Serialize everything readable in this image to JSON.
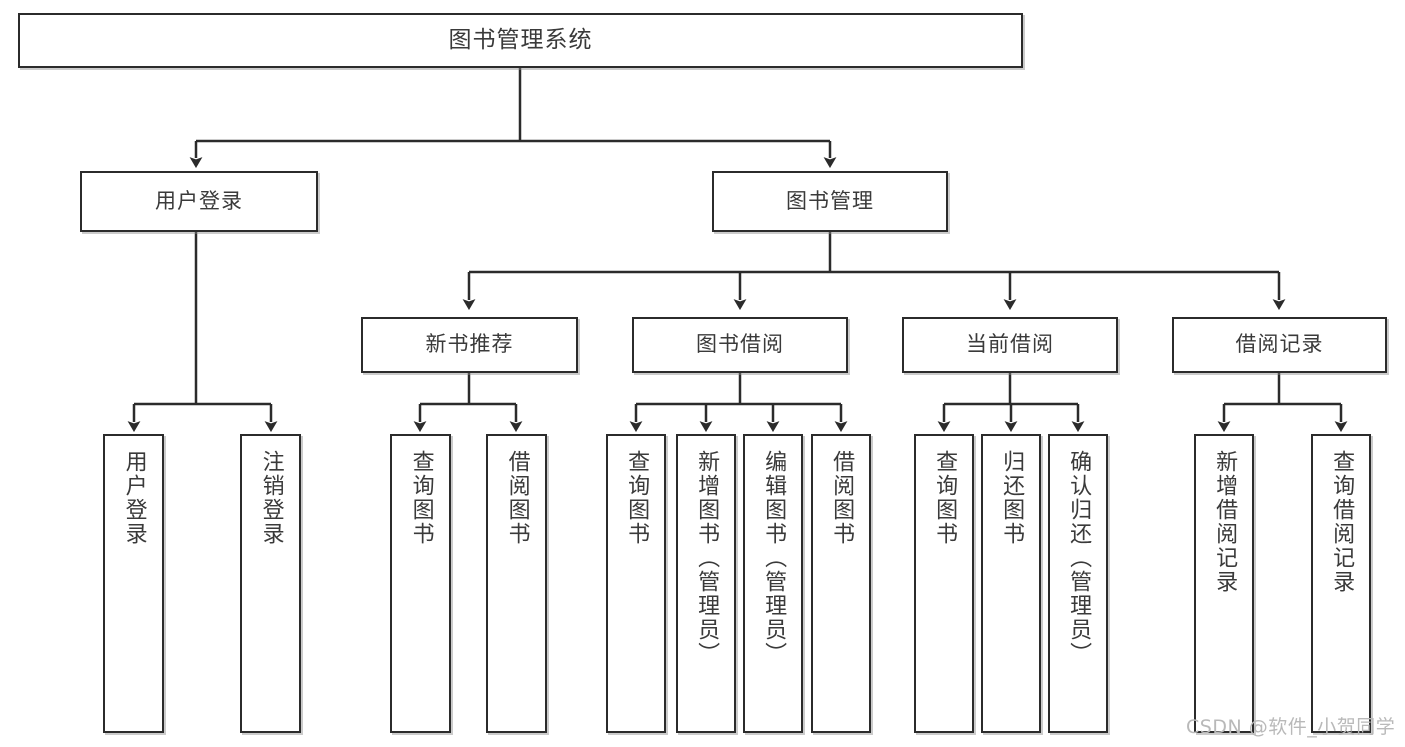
{
  "diagram": {
    "title": "图书管理系统",
    "type": "function-structure-tree",
    "watermark": "CSDN @软件_小贺同学",
    "colors": {
      "stroke": "#2b2b2b",
      "text": "#3a3a3a",
      "background": "#ffffff",
      "watermark": "#b9b9b9"
    }
  },
  "nodes": {
    "root": {
      "label": "图书管理系统"
    },
    "level2": [
      {
        "id": "user-login",
        "label": "用户登录"
      },
      {
        "id": "book-manage",
        "label": "图书管理"
      }
    ],
    "level3": [
      {
        "id": "new-book-recommend",
        "label": "新书推荐"
      },
      {
        "id": "book-borrow",
        "label": "图书借阅"
      },
      {
        "id": "current-borrow",
        "label": "当前借阅"
      },
      {
        "id": "borrow-record",
        "label": "借阅记录"
      }
    ],
    "leaves": {
      "user-login": [
        {
          "id": "leaf-user-login",
          "label": "用户登录"
        },
        {
          "id": "leaf-user-logout",
          "label": "注销登录"
        }
      ],
      "new-book-recommend": [
        {
          "id": "leaf-query-book-1",
          "label": "查询图书"
        },
        {
          "id": "leaf-borrow-book-1",
          "label": "借阅图书"
        }
      ],
      "book-borrow": [
        {
          "id": "leaf-query-book-2",
          "label": "查询图书"
        },
        {
          "id": "leaf-add-book",
          "label": "新增图书（管理员）"
        },
        {
          "id": "leaf-edit-book",
          "label": "编辑图书（管理员）"
        },
        {
          "id": "leaf-borrow-book-2",
          "label": "借阅图书"
        }
      ],
      "current-borrow": [
        {
          "id": "leaf-query-book-3",
          "label": "查询图书"
        },
        {
          "id": "leaf-return-book",
          "label": "归还图书"
        },
        {
          "id": "leaf-confirm-return",
          "label": "确认归还（管理员）"
        }
      ],
      "borrow-record": [
        {
          "id": "leaf-add-record",
          "label": "新增借阅记录"
        },
        {
          "id": "leaf-query-record",
          "label": "查询借阅记录"
        }
      ]
    }
  }
}
